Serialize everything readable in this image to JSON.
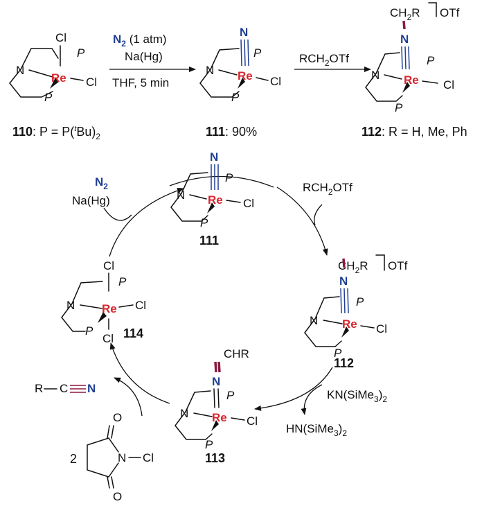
{
  "atoms": {
    "metal": "Re",
    "cl": "Cl",
    "n": "N",
    "p": "P"
  },
  "top": {
    "label_110_num": "110",
    "label_110_rest": ": P = P(",
    "label_110_t": "t",
    "label_110_bu": "Bu)",
    "label_110_sub": "2",
    "reagent_n2": "N",
    "reagent_n2_sub": "2",
    "reagent_n2_atm": " (1 atm)",
    "reagent_nahg": "Na(Hg)",
    "reagent_thf": "THF, 5 min",
    "label_111_num": "111",
    "label_111_yield": ": 90%",
    "reagent_rch2otf": "RCH",
    "reagent_rch2otf_sub": "2",
    "reagent_rch2otf_tail": "OTf",
    "label_112_num": "112",
    "label_112_r": ": R = H, Me, Ph",
    "ch2r": "CH",
    "ch2r_sub": "2",
    "ch2r_r": "R",
    "otf": "OTf"
  },
  "cycle": {
    "n2": "N",
    "n2_sub": "2",
    "nahg": "Na(Hg)",
    "rch2otf": "RCH",
    "rch2otf_sub": "2",
    "rch2otf_tail": "OTf",
    "ch2r": "CH",
    "ch2r_sub": "2",
    "ch2r_r": "R",
    "otf": "OTf",
    "label_111": "111",
    "label_112": "112",
    "label_113": "113",
    "label_114": "114",
    "chr": "CHR",
    "kn": "KN(SiMe",
    "kn_sub": "3",
    "kn_tail": ")",
    "kn_sub2": "2",
    "hn": "HN(SiMe",
    "hn_sub": "3",
    "hn_tail": ")",
    "hn_sub2": "2",
    "nitrile_r": "R",
    "nitrile_c": "C",
    "nitrile_n": "N",
    "ncs_coef": "2",
    "ncs_o": "O",
    "ncs_n": "N",
    "ncs_cl": "Cl"
  }
}
